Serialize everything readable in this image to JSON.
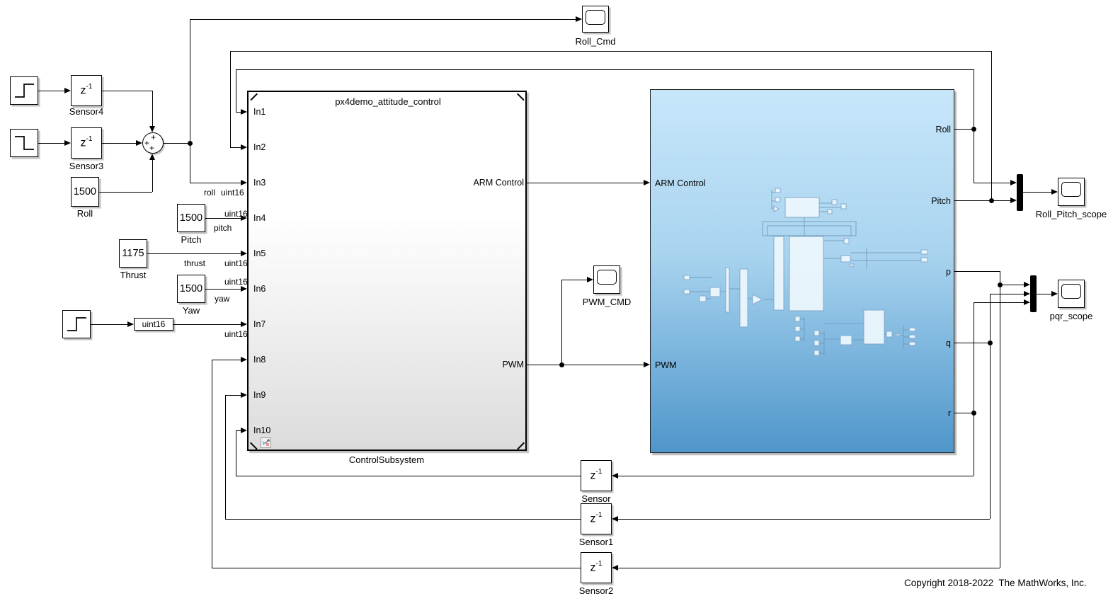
{
  "copyright": "Copyright 2018-2022  The MathWorks, Inc.",
  "delays": {
    "base": "z",
    "exp": "-1",
    "sensor4": "Sensor4",
    "sensor3": "Sensor3",
    "sensor": "Sensor",
    "sensor1": "Sensor1",
    "sensor2": "Sensor2"
  },
  "constants": {
    "roll": {
      "value": "1500",
      "label": "Roll"
    },
    "pitch": {
      "value": "1500",
      "label": "Pitch"
    },
    "thrust": {
      "value": "1175",
      "label": "Thrust"
    },
    "yaw": {
      "value": "1500",
      "label": "Yaw"
    }
  },
  "conversion": {
    "label": "uint16"
  },
  "sum": {
    "signs": [
      "+",
      "+",
      "+"
    ]
  },
  "scopes": {
    "roll_cmd": "Roll_Cmd",
    "pwm_cmd": "PWM_CMD",
    "roll_pitch": "Roll_Pitch_scope",
    "pqr": "pqr_scope"
  },
  "control_subsystem": {
    "title": "px4demo_attitude_control",
    "name": "ControlSubsystem",
    "inputs": [
      "In1",
      "In2",
      "In3",
      "In4",
      "In5",
      "In6",
      "In7",
      "In8",
      "In9",
      "In10"
    ],
    "outputs": [
      "ARM Control",
      "PWM"
    ]
  },
  "plant": {
    "inputs": [
      "ARM Control",
      "PWM"
    ],
    "outputs": [
      "Roll",
      "Pitch",
      "p",
      "q",
      "r"
    ]
  },
  "annotations": {
    "roll": "roll",
    "pitch": "pitch",
    "thrust": "thrust",
    "yaw": "yaw",
    "uint16": "uint16"
  }
}
